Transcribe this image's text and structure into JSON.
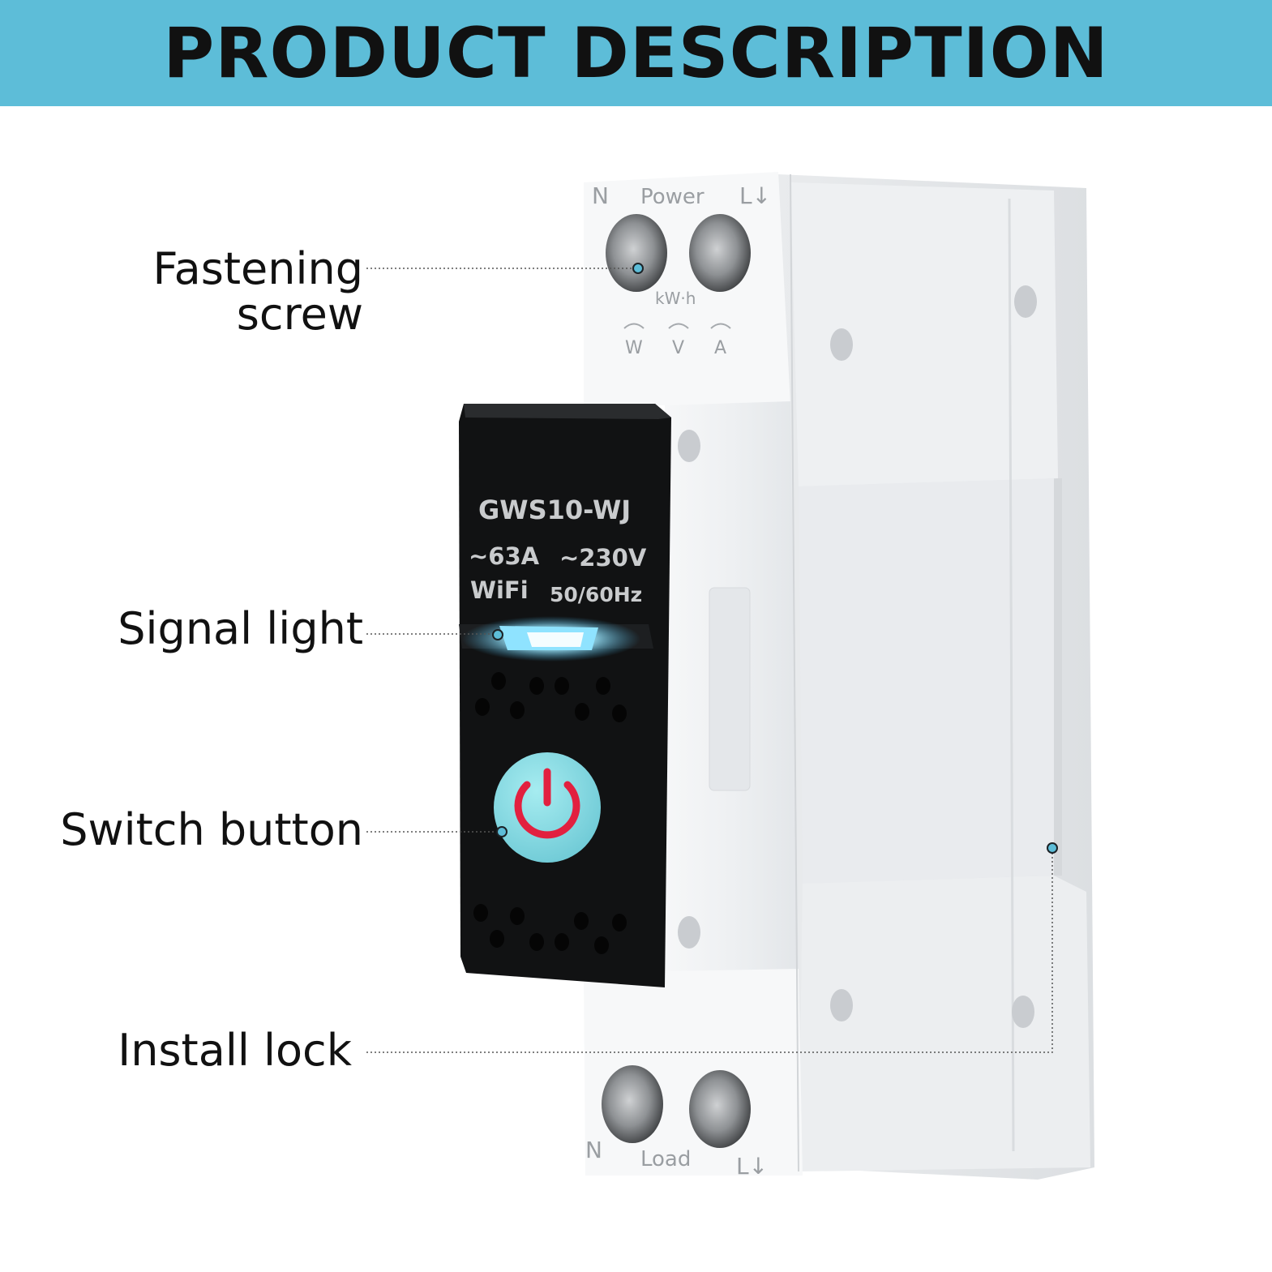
{
  "banner": {
    "title": "PRODUCT DESCRIPTION",
    "background": "#5dbdd8"
  },
  "callouts": {
    "fastening_screw": {
      "line1": "Fastening",
      "line2": "screw"
    },
    "signal_light": "Signal light",
    "switch_button": "Switch button",
    "install_lock": "Install lock",
    "dot_color": "#5dbdd8"
  },
  "device": {
    "top_terminal": {
      "left": "N",
      "label": "Power",
      "right": "L↓"
    },
    "meter_unit": "kW·h",
    "indicators": [
      "W",
      "V",
      "A"
    ],
    "model": "GWS10-WJ",
    "current": "~63A",
    "voltage": "~230V",
    "connectivity": "WiFi",
    "frequency": "50/60Hz",
    "bottom_terminal": {
      "left": "N",
      "label": "Load",
      "right": "L↓"
    },
    "button_color": "#7fd6df",
    "power_icon_color": "#e2203f",
    "signal_light_color": "#8fe3ff"
  }
}
